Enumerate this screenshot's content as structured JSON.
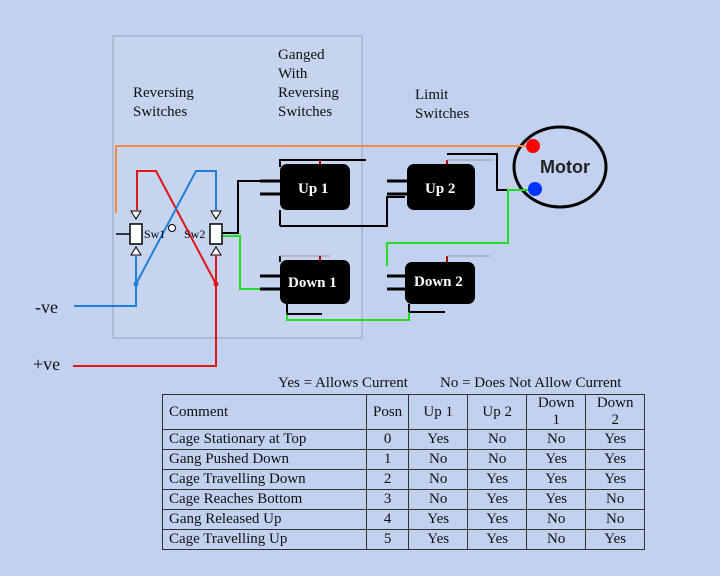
{
  "labels": {
    "reversing_line1": "Reversing",
    "reversing_line2": "Switches",
    "ganged_line1": "Ganged",
    "ganged_line2": "With",
    "ganged_line3": "Reversing",
    "ganged_line4": "Switches",
    "limit_line1": "Limit",
    "limit_line2": "Switches",
    "motor": "Motor",
    "sw1": "Sw1",
    "sw2": "Sw2",
    "negative": "-ve",
    "positive": "+ve"
  },
  "limit_switches": {
    "up1": "Up 1",
    "up2": "Up 2",
    "down1": "Down 1",
    "down2": "Down 2"
  },
  "legend": {
    "yes": "Yes = Allows Current",
    "no": "No = Does Not Allow Current"
  },
  "table": {
    "headers": [
      "Comment",
      "Posn",
      "Up 1",
      "Up 2",
      "Down 1",
      "Down 2"
    ],
    "rows": [
      [
        "Cage Stationary at Top",
        "0",
        "Yes",
        "No",
        "No",
        "Yes"
      ],
      [
        "Gang Pushed Down",
        "1",
        "No",
        "No",
        "Yes",
        "Yes"
      ],
      [
        "Cage Travelling Down",
        "2",
        "No",
        "Yes",
        "Yes",
        "Yes"
      ],
      [
        "Cage Reaches Bottom",
        "3",
        "No",
        "Yes",
        "Yes",
        "No"
      ],
      [
        "Gang Released Up",
        "4",
        "Yes",
        "Yes",
        "No",
        "No"
      ],
      [
        "Cage Travelling Up",
        "5",
        "Yes",
        "Yes",
        "No",
        "Yes"
      ]
    ]
  },
  "colors": {
    "background": "#c2d1f0",
    "wire_orange": "#f08a4b",
    "wire_red": "#e01515",
    "wire_blue": "#1f7fd8",
    "wire_green": "#22dd22",
    "wire_black": "#000000",
    "motor_red_terminal": "#ff0000",
    "motor_blue_terminal": "#0033ff"
  }
}
